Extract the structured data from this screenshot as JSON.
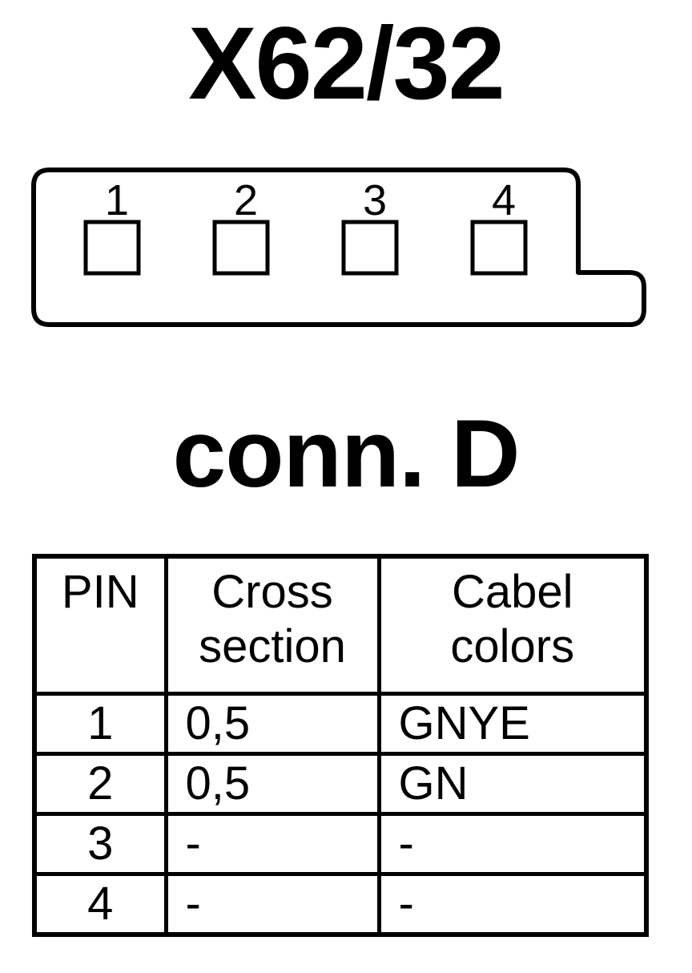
{
  "connector": {
    "id": "X62/32",
    "name": "conn. D",
    "pins": [
      "1",
      "2",
      "3",
      "4"
    ]
  },
  "table": {
    "headers": [
      [
        "PIN"
      ],
      [
        "Cross",
        "section"
      ],
      [
        "Cabel",
        "colors"
      ]
    ],
    "rows": [
      {
        "pin": "1",
        "cross_section": "0,5",
        "color": "GNYE"
      },
      {
        "pin": "2",
        "cross_section": "0,5",
        "color": "GN"
      },
      {
        "pin": "3",
        "cross_section": "-",
        "color": "-"
      },
      {
        "pin": "4",
        "cross_section": "-",
        "color": "-"
      }
    ]
  }
}
